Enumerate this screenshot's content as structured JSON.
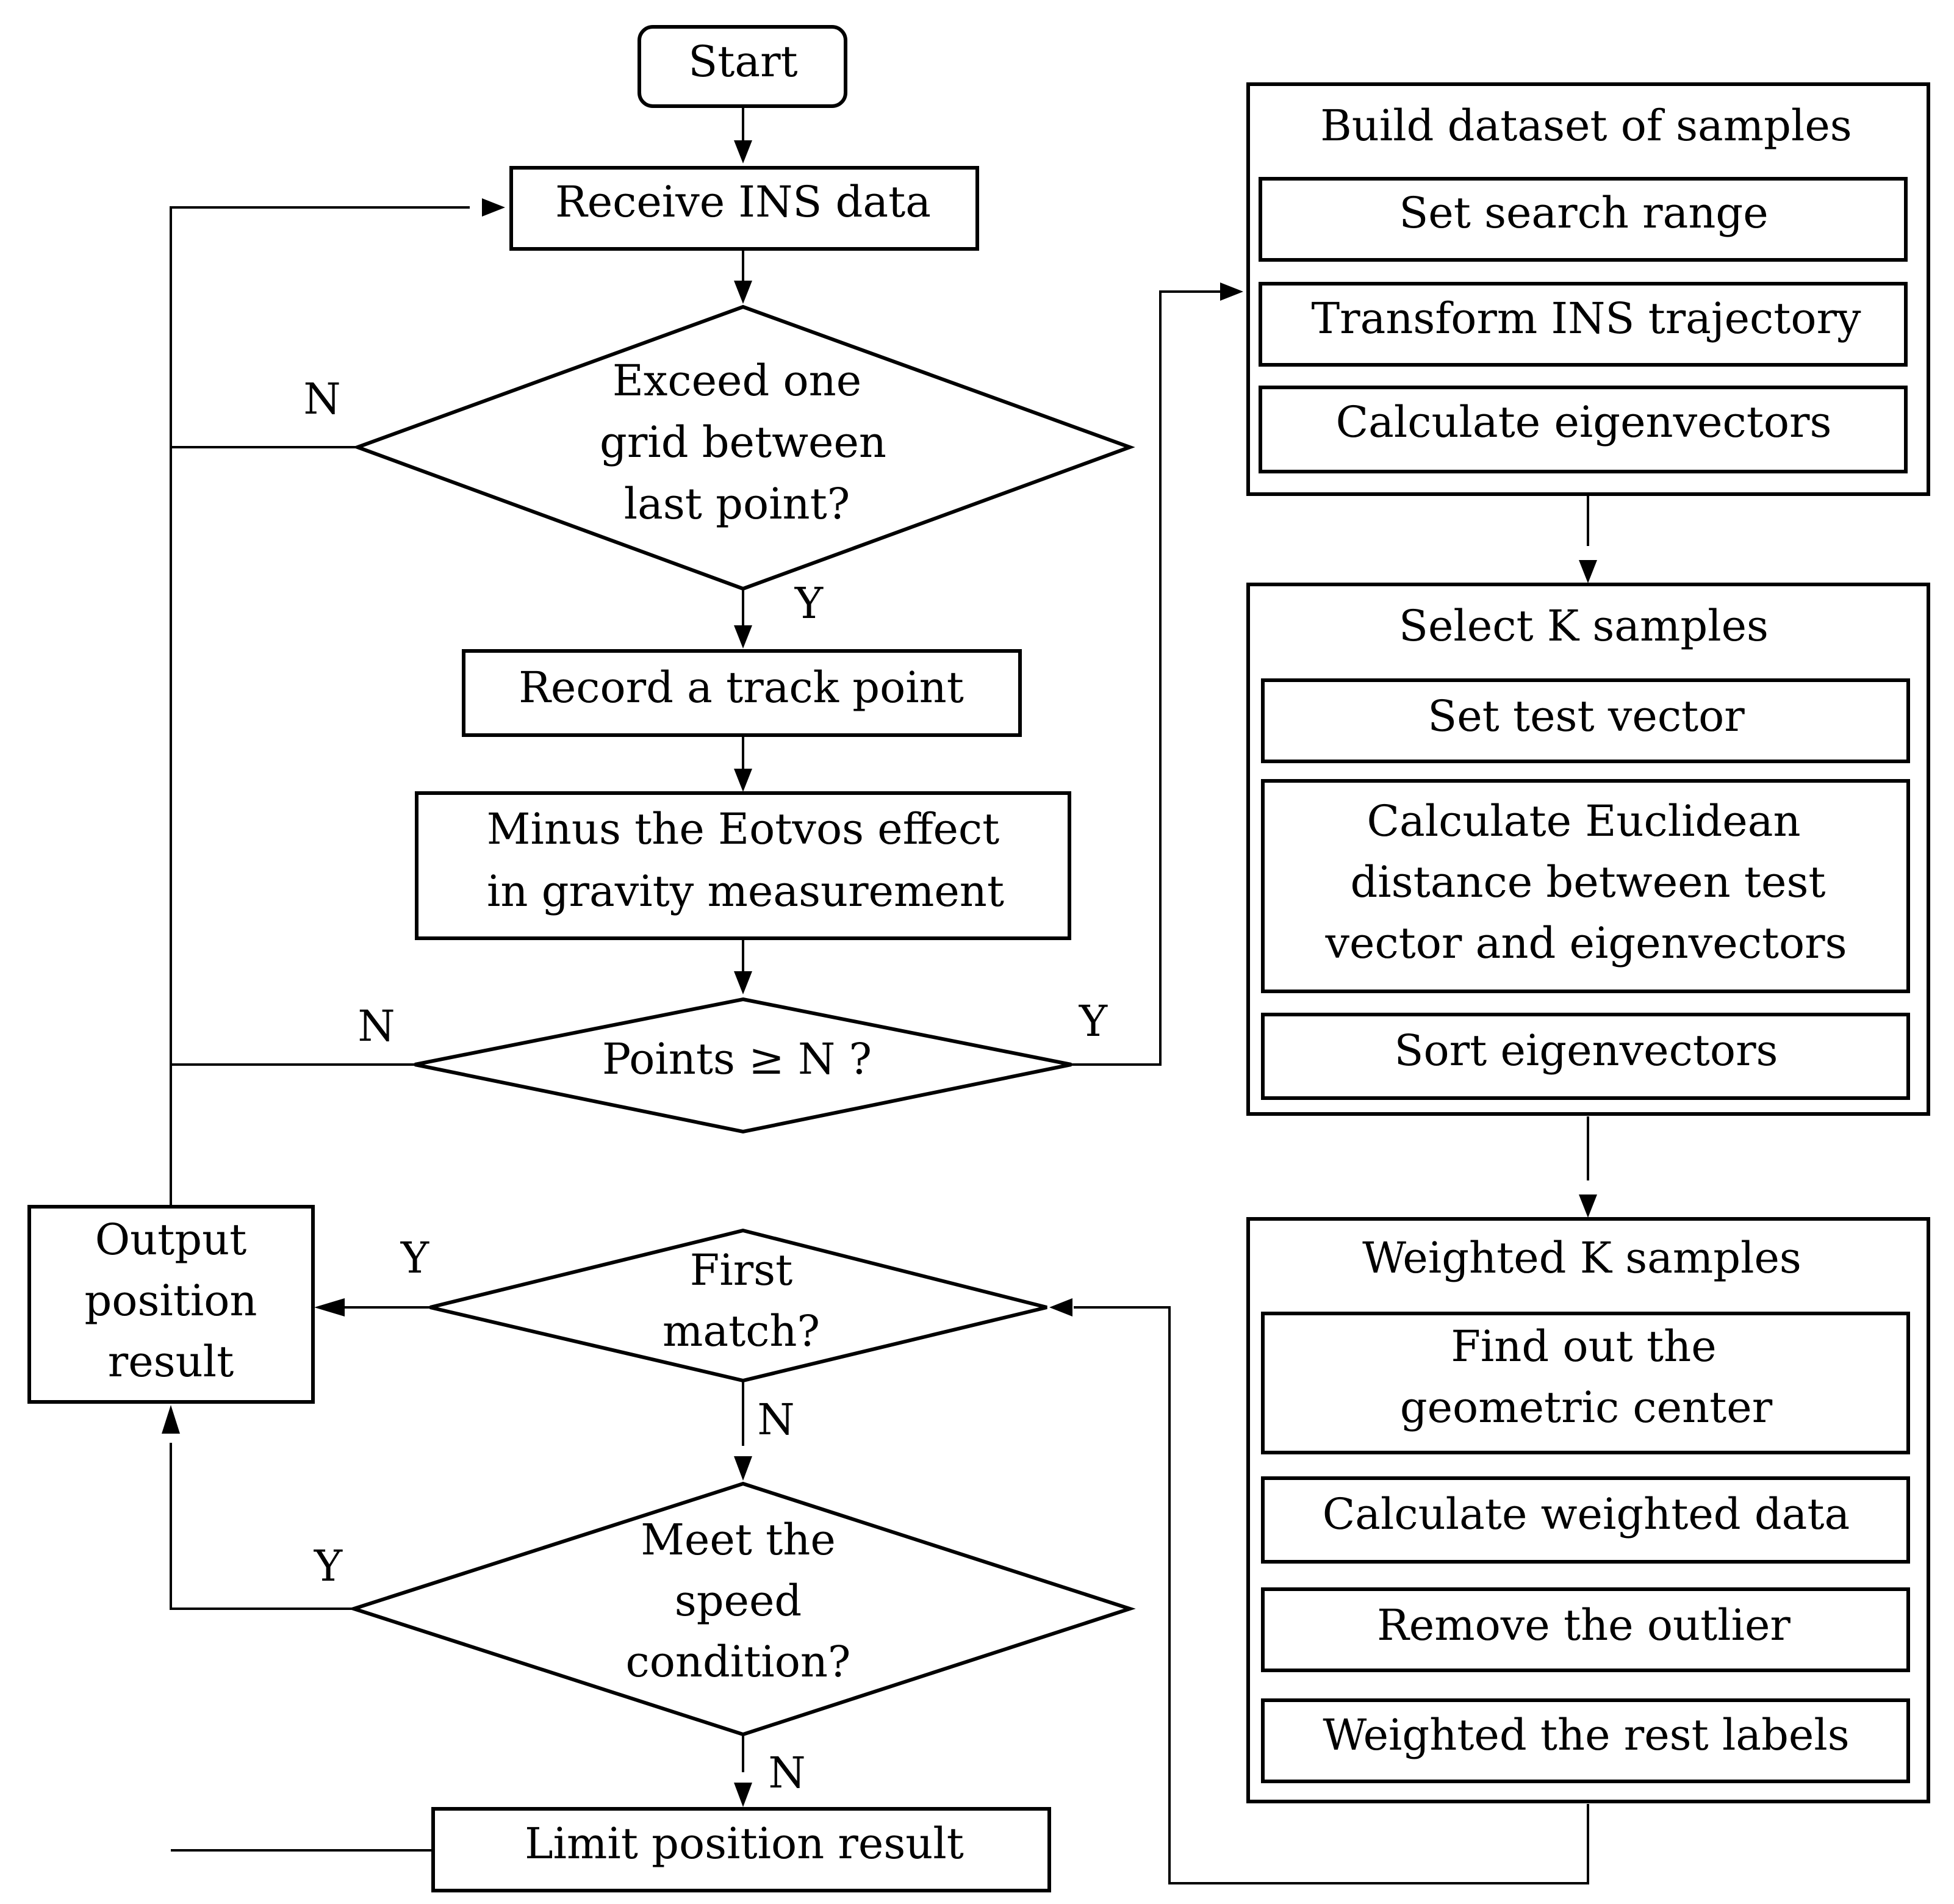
{
  "flow": {
    "start": "Start",
    "receive": "Receive INS data",
    "exceed_grid": [
      "Exceed one",
      "grid between",
      "last point?"
    ],
    "record": "Record a track point",
    "minus_eotvos": [
      "Minus the Eotvos effect",
      "in gravity measurement"
    ],
    "points_check": "Points ≥ N ?",
    "output": [
      "Output",
      "position",
      "result"
    ],
    "first_match": [
      "First",
      "match?"
    ],
    "speed_cond": [
      "Meet the",
      "speed",
      "condition?"
    ],
    "limit": "Limit position result"
  },
  "labels": {
    "exceed_no": "N",
    "exceed_yes": "Y",
    "points_no": "N",
    "points_yes": "Y",
    "first_yes": "Y",
    "first_no": "N",
    "speed_yes": "Y",
    "speed_no": "N"
  },
  "panels": {
    "build": {
      "title": "Build dataset of samples",
      "steps": [
        "Set search range",
        "Transform INS trajectory",
        "Calculate eigenvectors"
      ]
    },
    "select": {
      "title": "Select K samples",
      "set_test": "Set test vector",
      "euclid": [
        "Calculate Euclidean",
        "distance between test",
        "vector and eigenvectors"
      ],
      "sort": "Sort eigenvectors"
    },
    "weighted": {
      "title": "Weighted K samples",
      "center": [
        "Find out the",
        "geometric center"
      ],
      "calc": "Calculate weighted data",
      "remove": "Remove the outlier",
      "rest": "Weighted the rest labels"
    }
  }
}
